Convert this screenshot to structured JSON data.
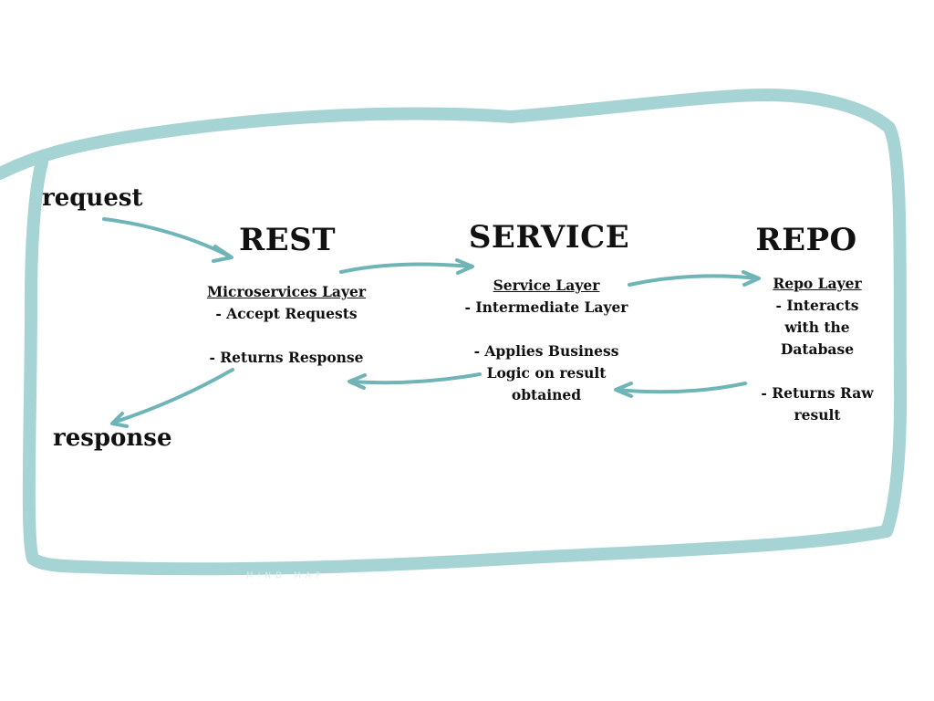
{
  "colors": {
    "border": "#a6d3d4",
    "arrow": "#6fb5b7",
    "text": "#111111"
  },
  "labels": {
    "request": "request",
    "response": "response"
  },
  "rest": {
    "title": "REST",
    "layer": "Microservices Layer",
    "line1": "- Accept Requests",
    "line2": "- Returns Response"
  },
  "service": {
    "title": "SERVICE",
    "layer": "Service Layer",
    "line1": "- Intermediate Layer",
    "line2a": "- Applies Business",
    "line2b": "Logic on result",
    "line2c": "obtained"
  },
  "repo": {
    "title": "REPO",
    "layer": "Repo Layer",
    "line1a": "- Interacts with the",
    "line1b": "Database",
    "line2": "- Returns Raw result"
  },
  "watermark": "MIND MAP"
}
